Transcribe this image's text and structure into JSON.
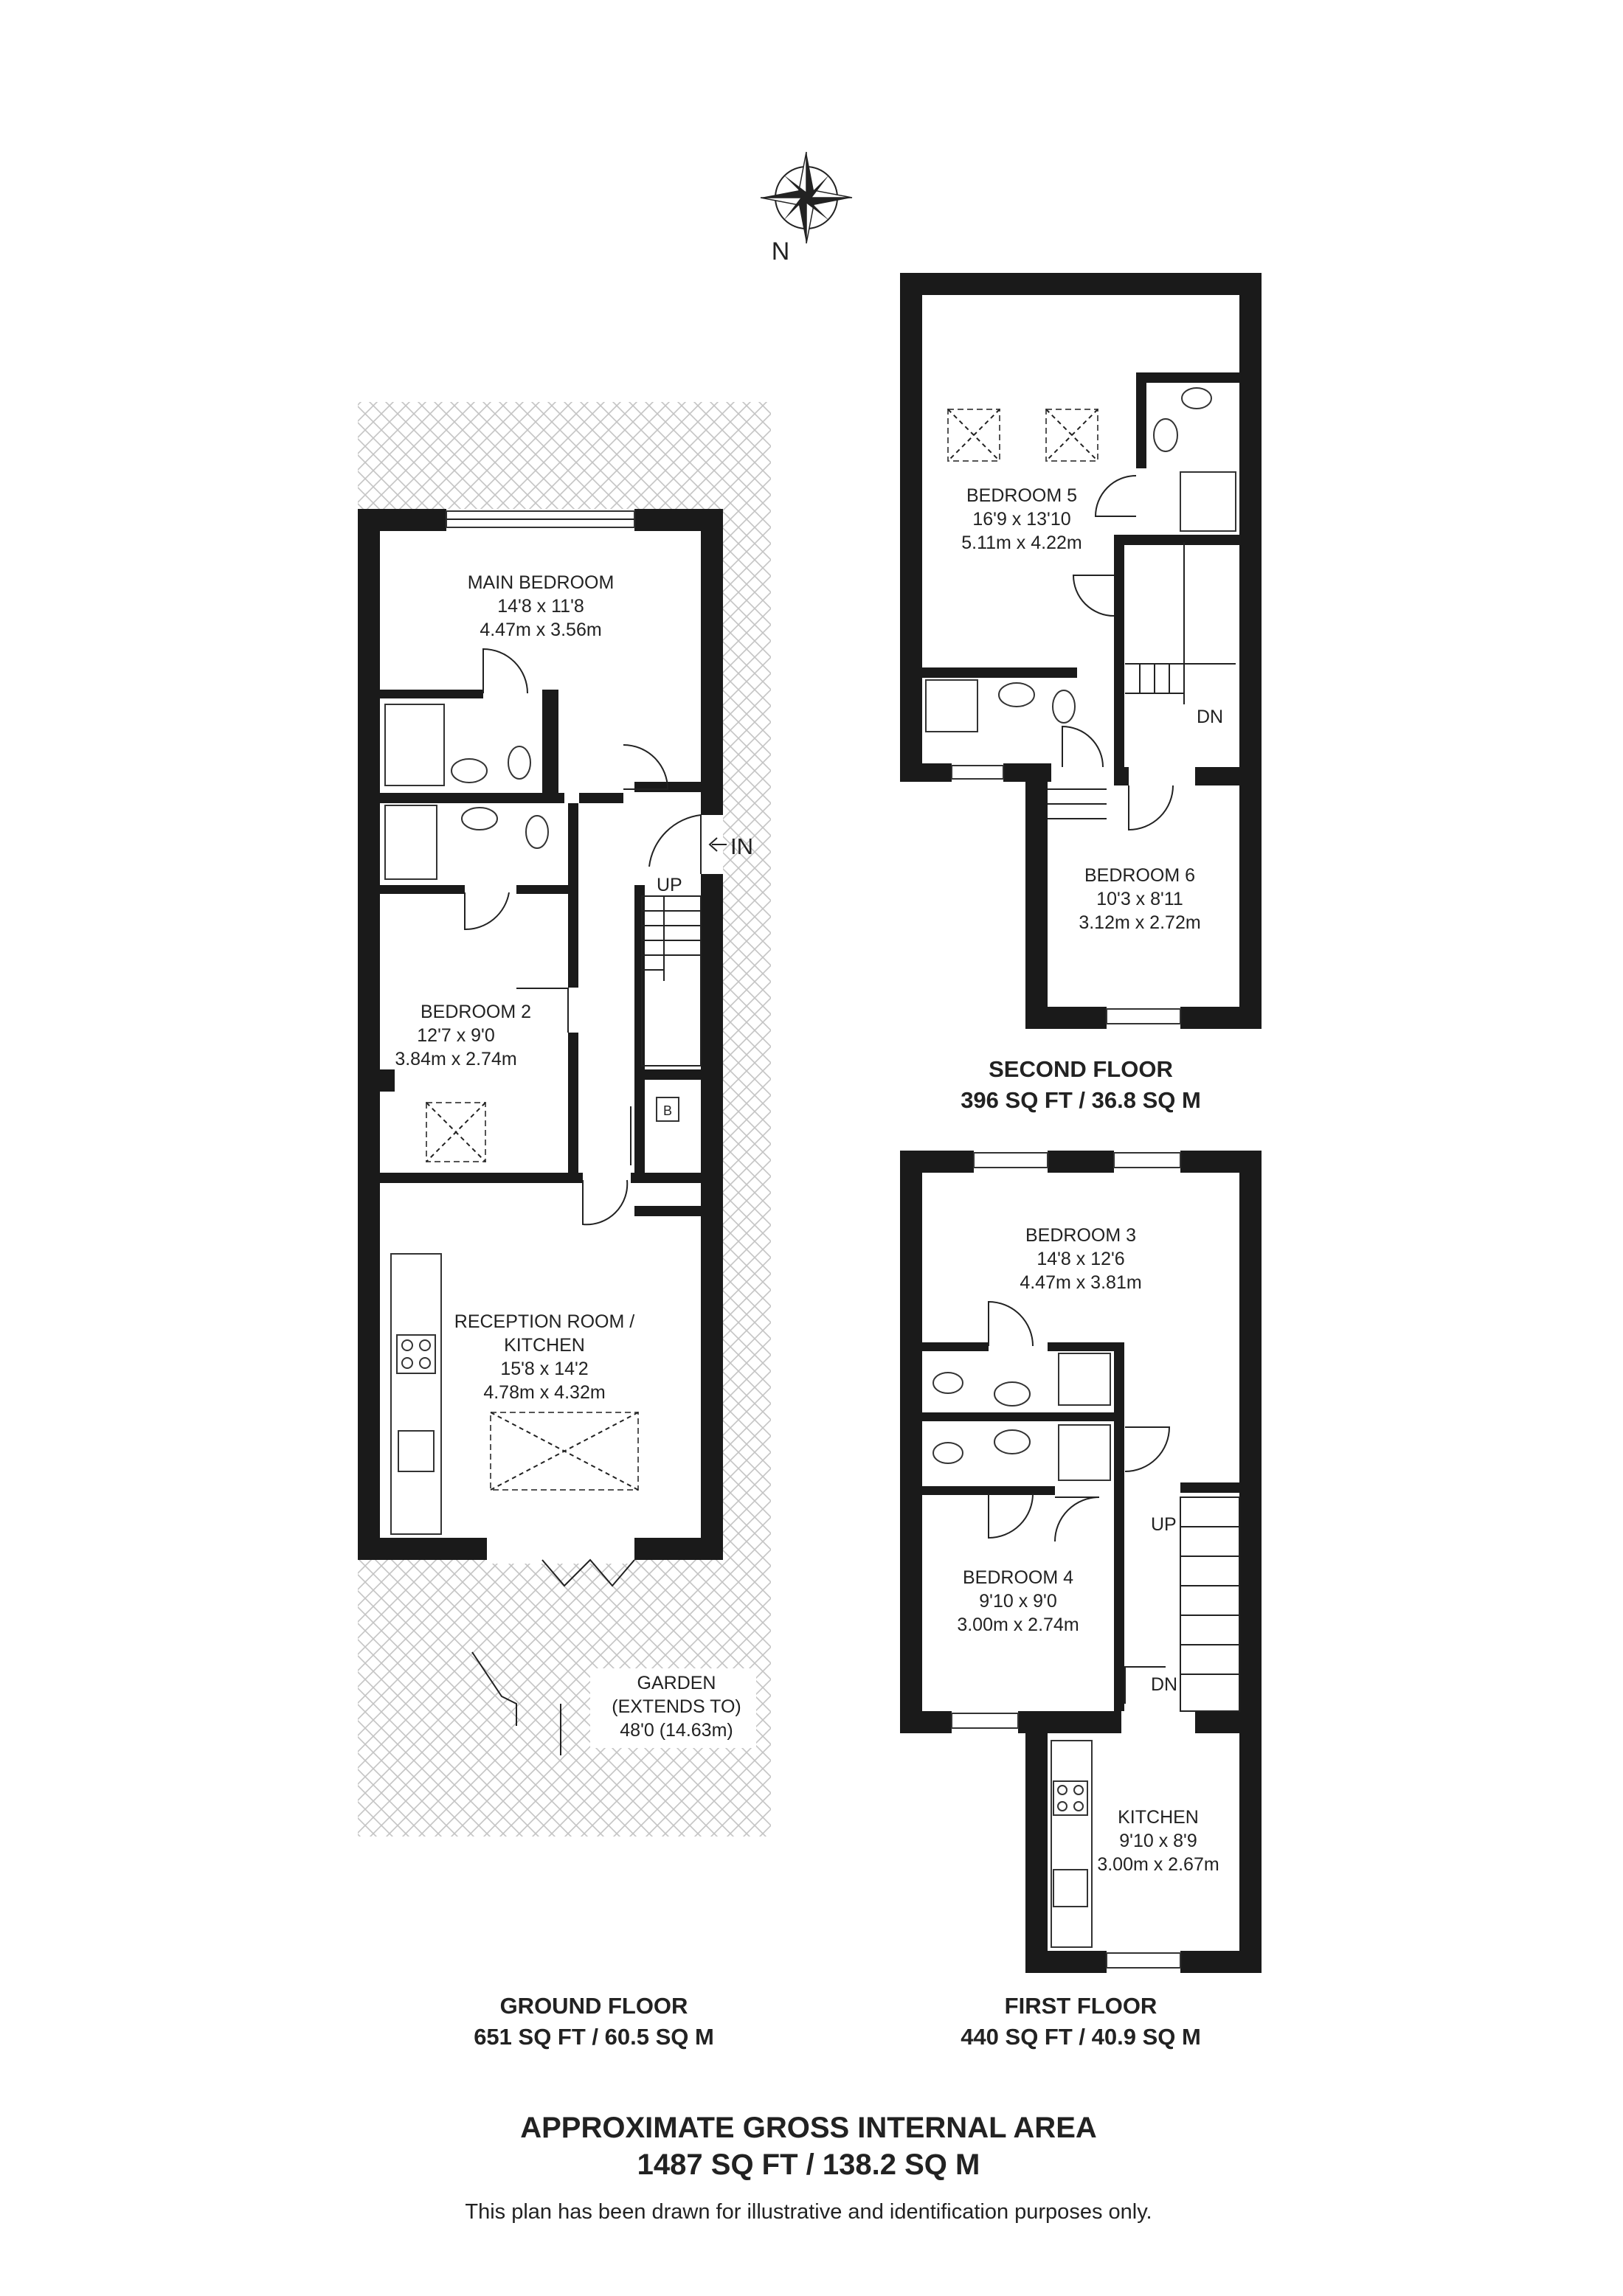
{
  "compass": {
    "label": "N",
    "icon": "compass-rose-icon"
  },
  "ground_floor": {
    "title": "GROUND FLOOR",
    "area": "651 SQ FT / 60.5 SQ M",
    "entrance_label": "IN",
    "stair_label": "UP",
    "boiler_label": "B",
    "rooms": {
      "main_bedroom": {
        "name": "MAIN BEDROOM",
        "imperial": "14'8 x 11'8",
        "metric": "4.47m x 3.56m"
      },
      "bedroom_2": {
        "name": "BEDROOM 2",
        "imperial": "12'7 x 9'0",
        "metric": "3.84m x 2.74m"
      },
      "reception": {
        "name_line1": "RECEPTION ROOM /",
        "name_line2": "KITCHEN",
        "imperial": "15'8 x 14'2",
        "metric": "4.78m x 4.32m"
      },
      "garden": {
        "name": "GARDEN",
        "note": "(EXTENDS TO)",
        "length": "48'0 (14.63m)"
      }
    }
  },
  "first_floor": {
    "title": "FIRST FLOOR",
    "area": "440 SQ FT / 40.9 SQ M",
    "stair_up_label": "UP",
    "stair_down_label": "DN",
    "rooms": {
      "bedroom_3": {
        "name": "BEDROOM 3",
        "imperial": "14'8 x 12'6",
        "metric": "4.47m x 3.81m"
      },
      "bedroom_4": {
        "name": "BEDROOM 4",
        "imperial": "9'10 x 9'0",
        "metric": "3.00m x 2.74m"
      },
      "kitchen": {
        "name": "KITCHEN",
        "imperial": "9'10 x 8'9",
        "metric": "3.00m x 2.67m"
      }
    }
  },
  "second_floor": {
    "title": "SECOND FLOOR",
    "area": "396 SQ FT / 36.8 SQ M",
    "stair_down_label": "DN",
    "rooms": {
      "bedroom_5": {
        "name": "BEDROOM 5",
        "imperial": "16'9 x 13'10",
        "metric": "5.11m x 4.22m"
      },
      "bedroom_6": {
        "name": "BEDROOM 6",
        "imperial": "10'3 x 8'11",
        "metric": "3.12m x 2.72m"
      }
    }
  },
  "summary": {
    "heading": "APPROXIMATE GROSS INTERNAL AREA",
    "total": "1487 SQ FT / 138.2 SQ M",
    "disclaimer": "This plan has been drawn for illustrative and identification purposes only."
  }
}
